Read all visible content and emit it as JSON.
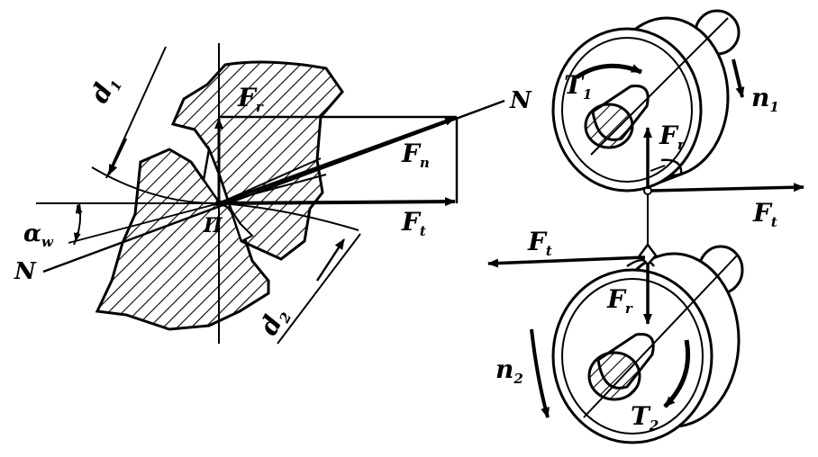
{
  "colors": {
    "ink": "#000000",
    "paper": "#ffffff"
  },
  "left_view": {
    "labels": {
      "d1": {
        "main": "d",
        "sub": "1"
      },
      "d2": {
        "main": "d",
        "sub": "2"
      },
      "Fr": {
        "main": "F",
        "sub": "r"
      },
      "Fn": {
        "main": "F",
        "sub": "n"
      },
      "Ft": {
        "main": "F",
        "sub": "t"
      },
      "N_top": "N",
      "N_bottom": "N",
      "pole": "П",
      "alpha": {
        "main": "α",
        "sub": "w"
      }
    }
  },
  "right_view": {
    "labels": {
      "T1": {
        "main": "T",
        "sub": "1"
      },
      "n1": {
        "main": "n",
        "sub": "1"
      },
      "Fr_top": {
        "main": "F",
        "sub": "r"
      },
      "Ft_right": {
        "main": "F",
        "sub": "t"
      },
      "Ft_left": {
        "main": "F",
        "sub": "t"
      },
      "Fr_bottom": {
        "main": "F",
        "sub": "r"
      },
      "n2": {
        "main": "n",
        "sub": "2"
      },
      "T2": {
        "main": "T",
        "sub": "2"
      }
    }
  }
}
